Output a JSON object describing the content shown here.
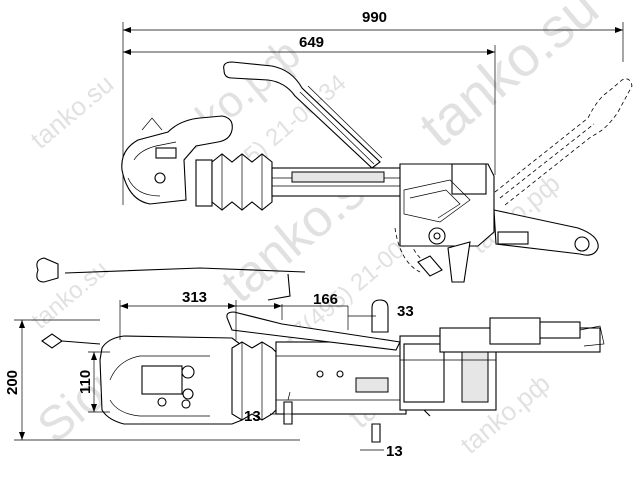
{
  "dimensions": {
    "overall_length": "990",
    "handle_length": "649",
    "front_to_bellows": "313",
    "bellows_to_pin": "166",
    "pin_offset": "33",
    "overall_width": "200",
    "body_width": "110",
    "hole_a": "13",
    "hole_b": "13"
  },
  "watermarks": [
    "tanko.su",
    "tanko.рф",
    "+7(495) 21-00-34",
    "tanko.su",
    "tanko.su",
    "tanko.рф",
    "+7(495) 21-00-34",
    "tanko.su",
    "Sion",
    "tanko.рф",
    "tanko.рф"
  ]
}
